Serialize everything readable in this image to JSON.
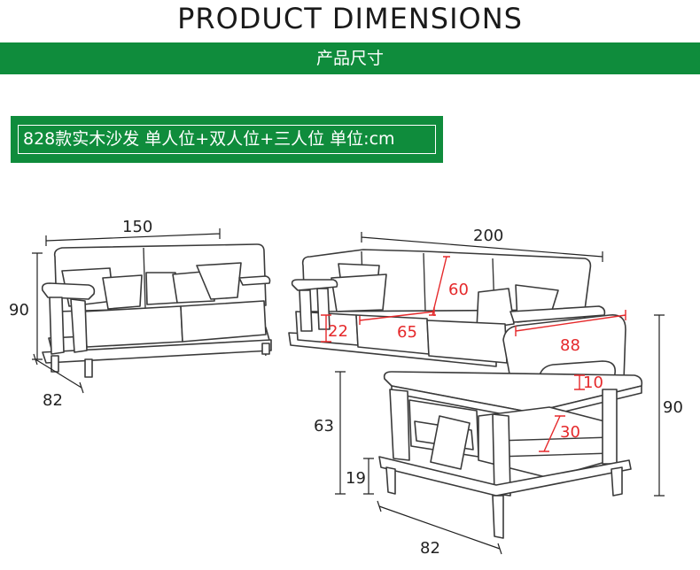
{
  "header": {
    "title": "PRODUCT DIMENSIONS",
    "subtitle": "产品尺寸"
  },
  "spec": {
    "text": "828款实木沙发 单人位+双人位+三人位 单位:cm"
  },
  "colors": {
    "brand_green": "#0f8c3c",
    "annotation_red": "#e5292b"
  },
  "loveseat": {
    "width": "150",
    "height": "90",
    "depth": "82"
  },
  "three_seater": {
    "width": "200",
    "back_height": "60",
    "seat_depth": "65",
    "cushion_thickness": "22"
  },
  "armchair": {
    "width": "88",
    "armrest_width": "10",
    "backrest_height": "30",
    "height": "90",
    "seat_height": "63",
    "leg_height": "19",
    "depth": "82"
  }
}
